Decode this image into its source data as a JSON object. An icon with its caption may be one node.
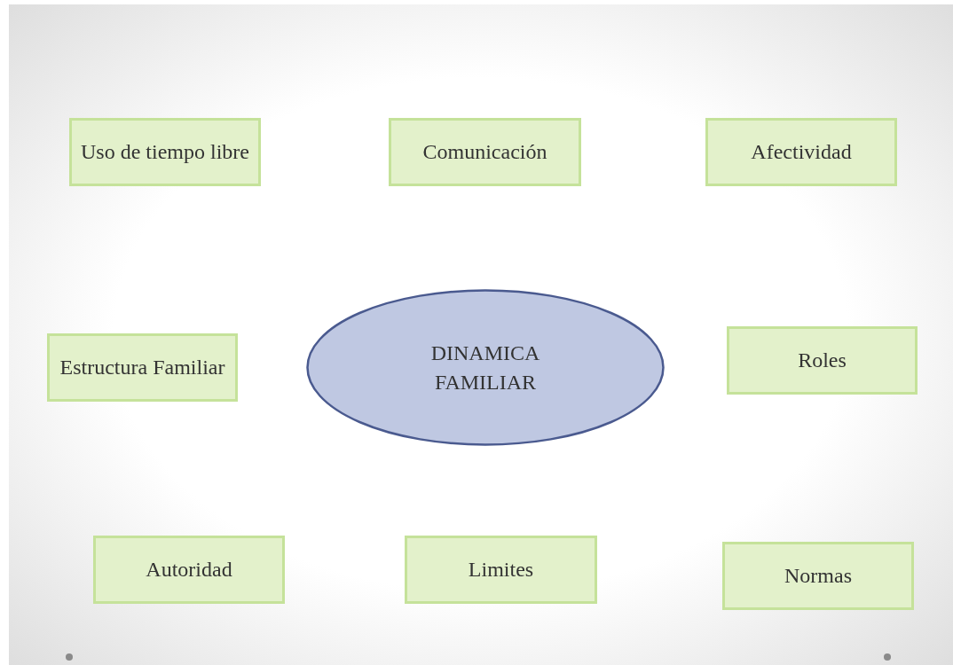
{
  "diagram": {
    "nodes": [
      {
        "text": [
          "Uso de tiempo libre"
        ]
      },
      {
        "text": [
          "Comunicación"
        ]
      },
      {
        "text": [
          "Afectividad"
        ]
      },
      {
        "text": [
          "Estructura Familiar"
        ]
      },
      {
        "text": [
          "DINAMICA FAMILIAR"
        ]
      },
      {
        "text": [
          "Roles"
        ]
      },
      {
        "text": [
          "Autoridad"
        ]
      },
      {
        "text": [
          "Limites"
        ]
      },
      {
        "text": [
          "Normas"
        ]
      }
    ]
  }
}
